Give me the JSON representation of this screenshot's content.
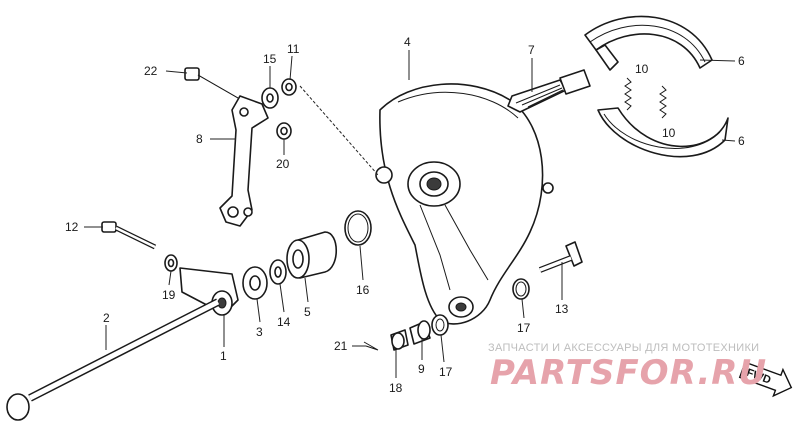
{
  "callouts": [
    {
      "id": "22",
      "text": "22"
    },
    {
      "id": "15",
      "text": "15"
    },
    {
      "id": "11",
      "text": "11"
    },
    {
      "id": "8",
      "text": "8"
    },
    {
      "id": "20",
      "text": "20"
    },
    {
      "id": "4",
      "text": "4"
    },
    {
      "id": "7",
      "text": "7"
    },
    {
      "id": "6a",
      "text": "6"
    },
    {
      "id": "10a",
      "text": "10"
    },
    {
      "id": "10b",
      "text": "10"
    },
    {
      "id": "6b",
      "text": "6"
    },
    {
      "id": "12",
      "text": "12"
    },
    {
      "id": "19",
      "text": "19"
    },
    {
      "id": "16",
      "text": "16"
    },
    {
      "id": "2",
      "text": "2"
    },
    {
      "id": "3",
      "text": "3"
    },
    {
      "id": "14",
      "text": "14"
    },
    {
      "id": "5",
      "text": "5"
    },
    {
      "id": "1",
      "text": "1"
    },
    {
      "id": "13",
      "text": "13"
    },
    {
      "id": "17a",
      "text": "17"
    },
    {
      "id": "21",
      "text": "21"
    },
    {
      "id": "9",
      "text": "9"
    },
    {
      "id": "17b",
      "text": "17"
    },
    {
      "id": "18",
      "text": "18"
    }
  ],
  "watermark": {
    "subtitle": "ЗАПЧАСТИ И АКСЕССУАРЫ ДЛЯ МОТОТЕХНИКИ",
    "brand": "PARTSFOR.RU",
    "color": "#e6a3ab"
  },
  "fwd_marker": {
    "text": "FWD"
  }
}
